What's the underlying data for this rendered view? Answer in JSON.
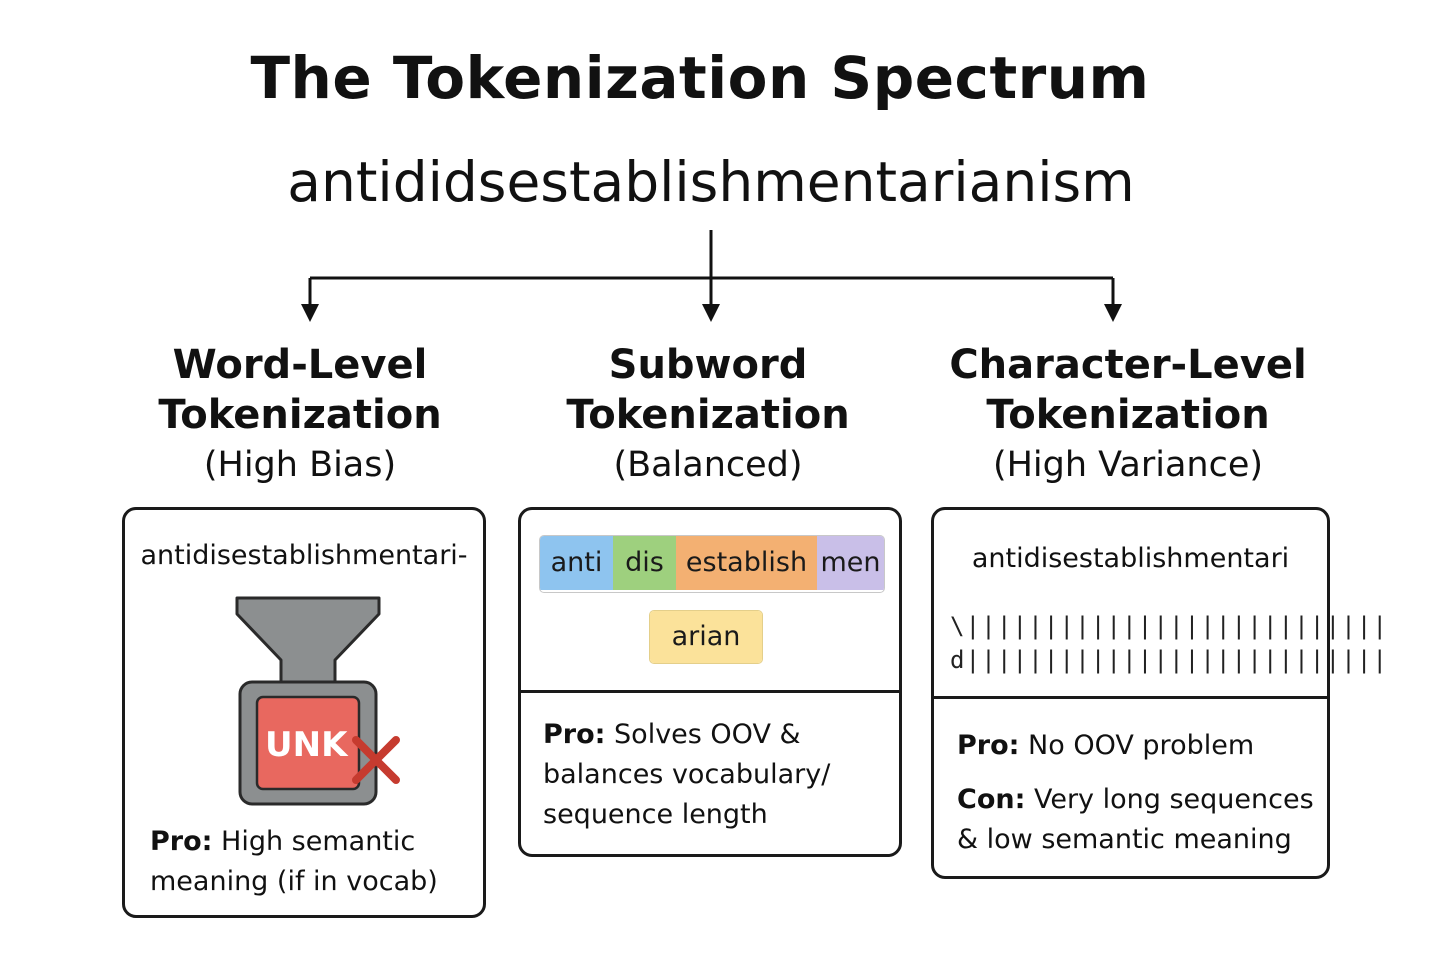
{
  "title": "The Tokenization Spectrum",
  "word": "antididsestablishmentarianism",
  "columns": {
    "word_level": {
      "heading_1": "Word-Level",
      "heading_2": "Tokenization",
      "subtitle": "(High Bias)",
      "sample": "antidisestablishmentari-",
      "unk_label": "UNK",
      "pro_label": "Pro:",
      "pro_text_1": " High semantic",
      "pro_text_2": "meaning (if in vocab)"
    },
    "subword": {
      "heading_1": "Subword",
      "heading_2": "Tokenization",
      "subtitle": "(Balanced)",
      "tokens": [
        "anti",
        "dis",
        "establish",
        "men",
        "arian"
      ],
      "token_colors": [
        "#8ec4ef",
        "#9ed07e",
        "#f3b072",
        "#c9bfe8",
        "#fbe29a"
      ],
      "pro_label": "Pro:",
      "pro_text_1": " Solves OOV &",
      "pro_text_2": "balances vocabulary/",
      "pro_text_3": "sequence length"
    },
    "character_level": {
      "heading_1": "Character-Level",
      "heading_2": "Tokenization",
      "subtitle": "(High Variance)",
      "sample": "antidisestablishmentari",
      "tick_row_1": "\\|||||||||||||||||||||||||||",
      "tick_row_2": "d|||||||||||||||||||||||||||",
      "pro_label": "Pro:",
      "pro_text": " No OOV problem",
      "con_label": "Con:",
      "con_text_1": " Very long sequences",
      "con_text_2": "& low semantic meaning"
    }
  },
  "colors": {
    "unk_red": "#e8685f",
    "machine_gray": "#8c8f90",
    "x_mark": "#c63b2f"
  },
  "icons": {
    "machine": "funnel-machine-icon",
    "reject": "x-mark-icon"
  }
}
